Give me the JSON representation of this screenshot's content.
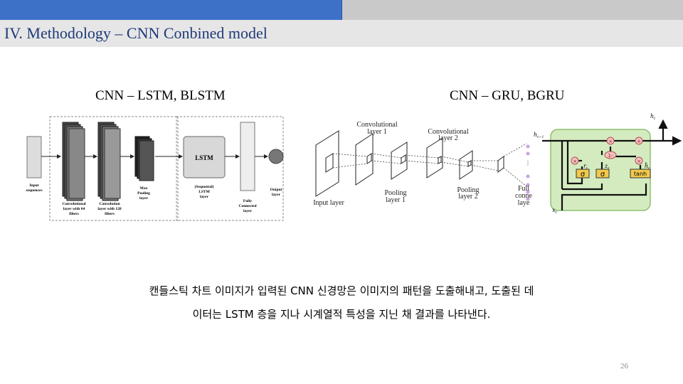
{
  "slide": {
    "title": "IV. Methodology – CNN Conbined model",
    "page_number": "26"
  },
  "left_figure": {
    "caption": "CNN – LSTM, BLSTM",
    "labels": {
      "input": [
        "Input",
        "sequences"
      ],
      "conv64": [
        "Convolutional",
        "layer with 64",
        "filters"
      ],
      "conv128": [
        "Convolution",
        "layer with 128",
        "filters"
      ],
      "maxpool": [
        "Max",
        "Pooling",
        "layer"
      ],
      "lstm_box": "LSTM",
      "lstm": [
        "(Sequental)",
        "LSTM",
        "layer"
      ],
      "fc": [
        "Fully",
        "Connected",
        "layer"
      ],
      "output": [
        "Output",
        "layer"
      ]
    }
  },
  "right_figure": {
    "caption": "CNN – GRU, BGRU",
    "labels": {
      "conv1": [
        "Convolutional",
        "layer 1"
      ],
      "conv2": [
        "Convolutional",
        "layer 2"
      ],
      "pool1": [
        "Pooling",
        "layer 1"
      ],
      "pool2": [
        "Pooling",
        "layer 2"
      ],
      "fc": [
        "Full",
        "conne",
        "laye"
      ],
      "input": "Input layer"
    },
    "gru": {
      "ht": "h",
      "ht_sub": "t",
      "htm1": "h",
      "htm1_sub": "t−1",
      "xt": "x",
      "xt_sub": "t",
      "rt": "r",
      "rt_sub": "t",
      "zt": "z",
      "zt_sub": "t",
      "h_tilde": "h̃",
      "h_tilde_sub": "t",
      "sigma": "σ",
      "tanh": "tanh",
      "times": "×",
      "plus": "+",
      "one_minus": "1-"
    }
  },
  "description": {
    "line1": "캔들스틱 차트 이미지가 입력된 CNN 신경망은 이미지의 패턴을 도출해내고, 도출된 데",
    "line2": "이터는 LSTM 층을 지나 시계열적 특성을 지닌 채 결과를 나타낸다."
  }
}
